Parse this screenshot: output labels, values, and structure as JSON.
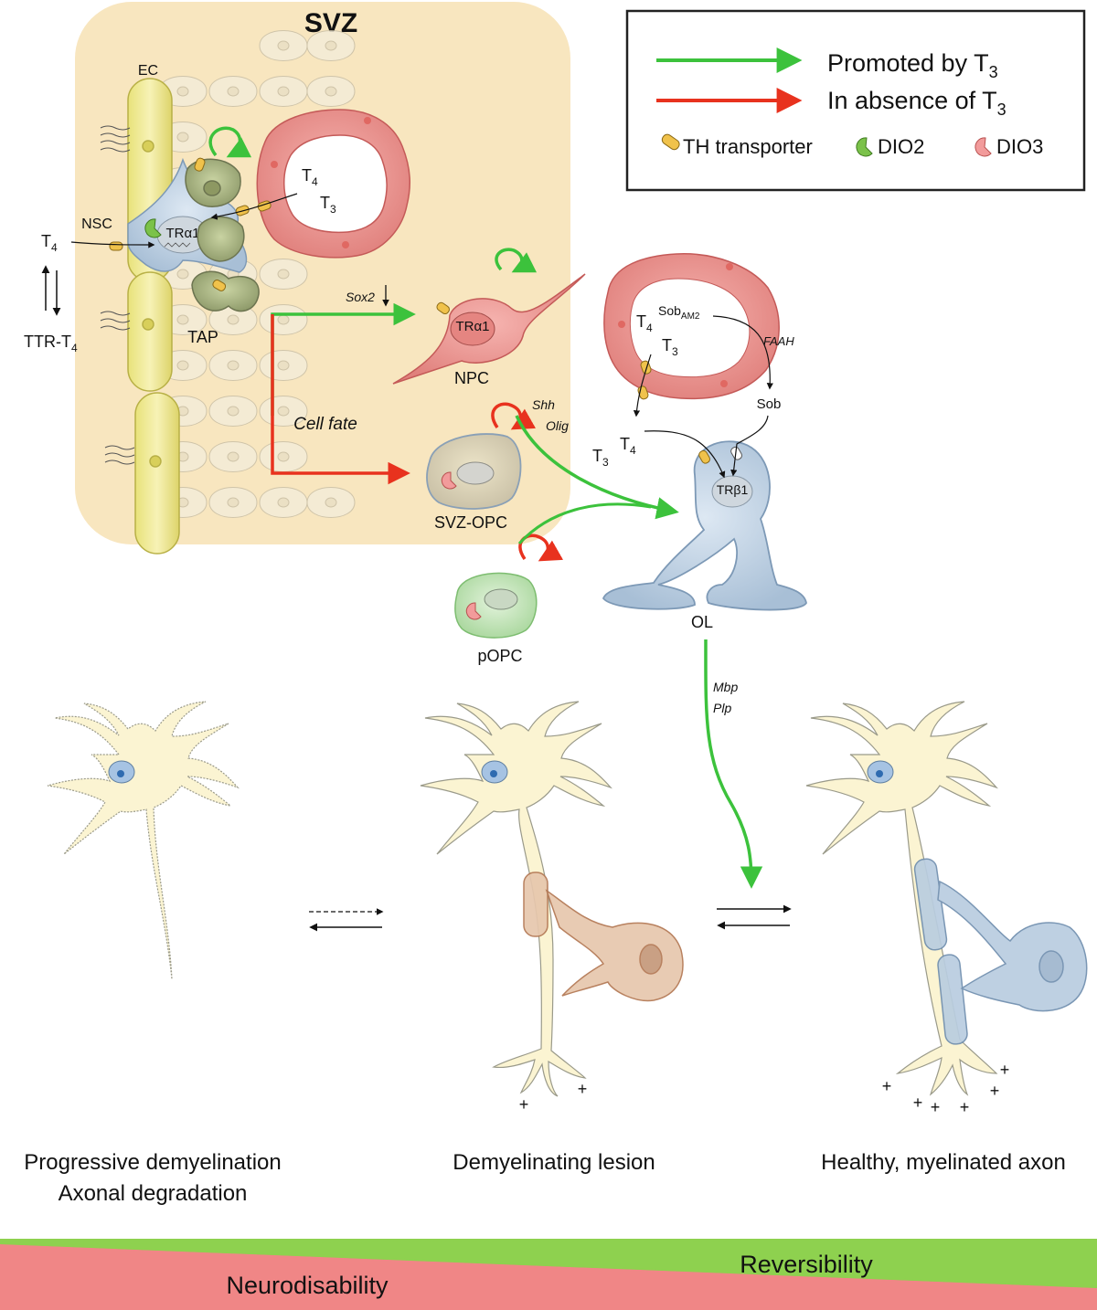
{
  "svz": {
    "title": "SVZ",
    "labels": {
      "ec": "EC",
      "nsc": "NSC",
      "tap": "TAP",
      "t4": "T",
      "t4_sub": "4",
      "t3": "T",
      "t3_sub": "3",
      "tra1": "TRα1",
      "ttr_t4": "TTR-T",
      "ttr_sub": "4",
      "cell_fate": "Cell fate",
      "sox2": "Sox2"
    }
  },
  "legend": {
    "promoted": "Promoted by T",
    "absence": "In absence of T",
    "sub3": "3",
    "transporter": "TH transporter",
    "dio2": "DIO2",
    "dio3": "DIO3",
    "colors": {
      "green": "#3cc23c",
      "red": "#e8321e"
    }
  },
  "cells": {
    "npc": "NPC",
    "npc_tr": "TRα1",
    "svz_opc": "SVZ-OPC",
    "popc": "pOPC",
    "ol": "OL",
    "ol_tr": "TRβ1",
    "shh": "Shh",
    "olig": "Olig",
    "mbp": "Mbp",
    "plp": "Plp"
  },
  "vessel2": {
    "sob_am2": "Sob",
    "sob_am2_sub": "AM2",
    "faah": "FAAH",
    "sob": "Sob",
    "t4": "T",
    "t4_sub": "4",
    "t3": "T",
    "t3_sub": "3"
  },
  "neurons": {
    "left_caption_1": "Progressive demyelination",
    "left_caption_2": "Axonal degradation",
    "mid_caption": "Demyelinating lesion",
    "right_caption": "Healthy, myelinated axon",
    "plus": "+"
  },
  "bar": {
    "neurodisability": "Neurodisability",
    "reversibility": "Reversibility",
    "colors": {
      "red": "#f08686",
      "green": "#8ed14f"
    }
  }
}
